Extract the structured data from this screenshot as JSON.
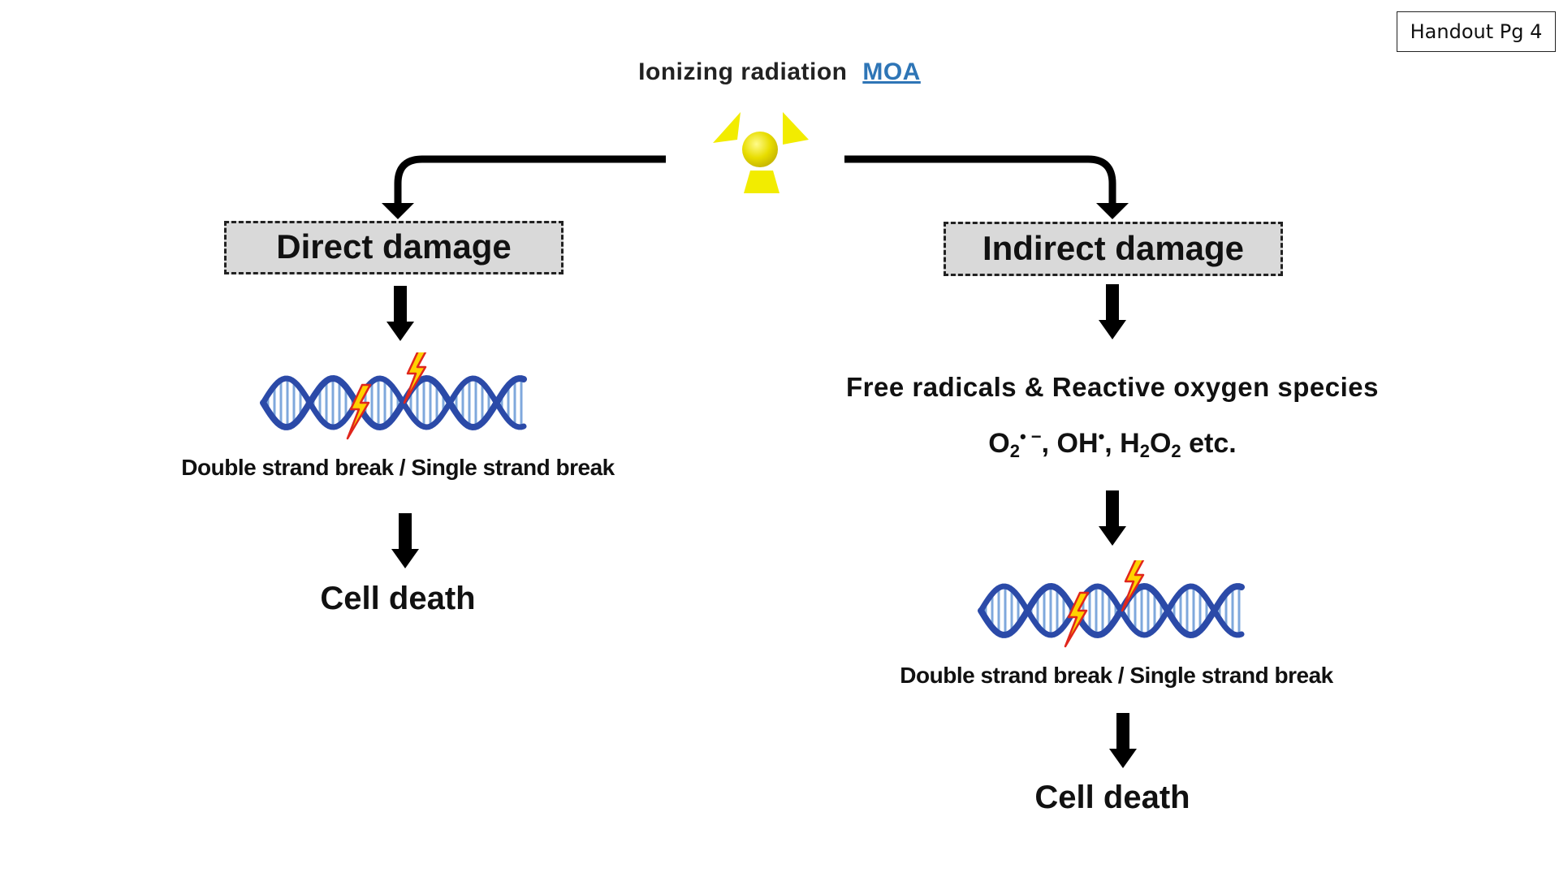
{
  "handout_label": "Handout Pg 4",
  "title": {
    "text": "Ionizing  radiation",
    "link": "MOA"
  },
  "direct_box": "Direct damage",
  "indirect_box": "Indirect damage",
  "left": {
    "break_label": "Double strand break / Single strand break",
    "outcome": "Cell death"
  },
  "right": {
    "radicals_label": "Free radicals & Reactive oxygen species",
    "break_label": "Double strand break / Single strand break",
    "outcome": "Cell death"
  },
  "species": {
    "o": "O",
    "o_sub": "2",
    "o_sup": "• −",
    "oh": ", OH",
    "oh_sup": "•",
    "h": ", H",
    "h_sub": "2",
    "o2": "O",
    "o2_sub": "2",
    "etc": " etc."
  },
  "colors": {
    "link": "#2e75b6",
    "box_fill": "#d9d9d9",
    "radiation_yellow": "#f2ec00",
    "dna_blue": "#2b4aa8",
    "bolt_yellow": "#ffd200",
    "bolt_red": "#e0261c"
  },
  "icons": {
    "radiation": "radiation-trefoil-icon",
    "dna": "dna-helix-icon",
    "bolt": "lightning-bolt-icon"
  }
}
